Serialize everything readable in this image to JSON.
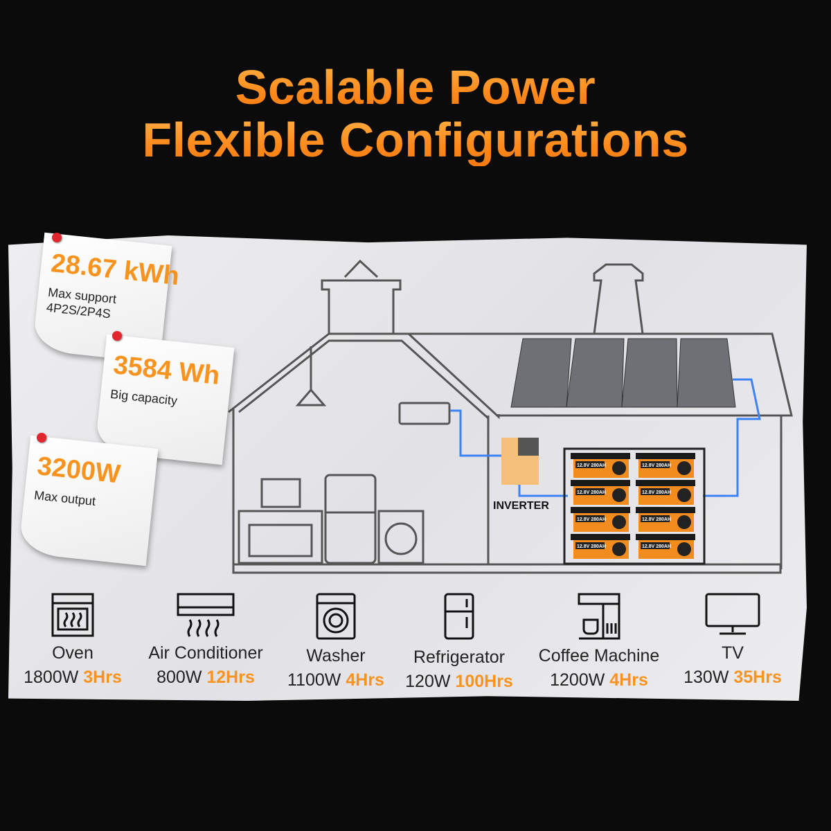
{
  "title": {
    "line1": "Scalable Power",
    "line2": "Flexible Configurations"
  },
  "notes": [
    {
      "value": "28.67 kWh",
      "caption": "Max support",
      "caption2": "4P2S/2P4S"
    },
    {
      "value": "3584 Wh",
      "caption": "Big capacity"
    },
    {
      "value": "3200W",
      "caption": "Max output"
    }
  ],
  "diagram": {
    "inverter_label": "INVERTER",
    "battery_label": "12.8V 280AH"
  },
  "appliances": [
    {
      "name": "Oven",
      "watts": "1800W",
      "hours": "3Hrs",
      "icon": "oven-icon"
    },
    {
      "name": "Air Conditioner",
      "watts": "800W",
      "hours": "12Hrs",
      "icon": "air-conditioner-icon"
    },
    {
      "name": "Washer",
      "watts": "1100W",
      "hours": "4Hrs",
      "icon": "washer-icon"
    },
    {
      "name": "Refrigerator",
      "watts": "120W",
      "hours": "100Hrs",
      "icon": "refrigerator-icon"
    },
    {
      "name": "Coffee Machine",
      "watts": "1200W",
      "hours": "4Hrs",
      "icon": "coffee-machine-icon"
    },
    {
      "name": "TV",
      "watts": "130W",
      "hours": "35Hrs",
      "icon": "tv-icon"
    }
  ],
  "colors": {
    "accent": "#f7931e",
    "background": "#0b0b0b",
    "wire": "#3b82f6"
  }
}
